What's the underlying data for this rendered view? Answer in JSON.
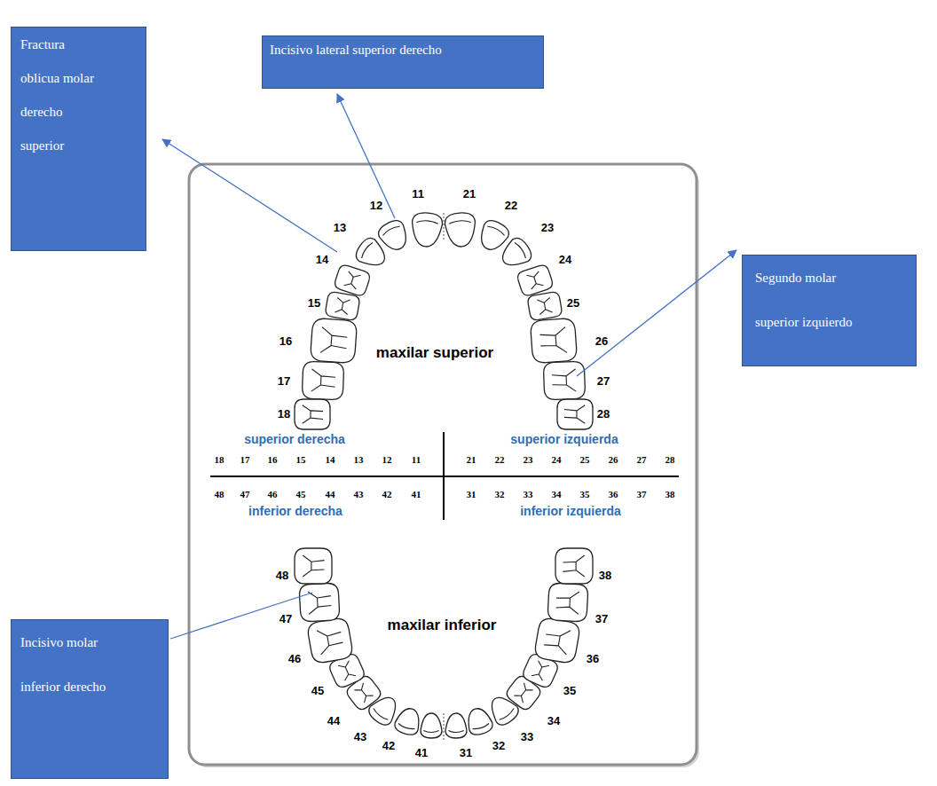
{
  "diagram": {
    "nodes": [
      {
        "text": [
          "Fractura oblicua molar derecho superior"
        ]
      },
      {
        "text": [
          "Incisivo lateral superior derecho"
        ]
      },
      {
        "text": [
          "Segundo molar superior izquierdo"
        ]
      },
      {
        "text": [
          "Incisivo molar inferior derecho"
        ]
      }
    ],
    "labels": [
      "18",
      "17",
      "16",
      "15",
      "14",
      "13",
      "12",
      "11",
      "21",
      "22",
      "23",
      "24",
      "25",
      "26",
      "27",
      "28",
      "maxilar superior",
      "superior derecha",
      "superior izquierda",
      "18",
      "17",
      "16",
      "15",
      "14",
      "13",
      "12",
      "11",
      "21",
      "22",
      "23",
      "24",
      "25",
      "26",
      "27",
      "28",
      "48",
      "47",
      "46",
      "45",
      "44",
      "43",
      "42",
      "41",
      "31",
      "32",
      "33",
      "34",
      "35",
      "36",
      "37",
      "38",
      "inferior derecha",
      "inferior izquierda",
      "maxilar inferior",
      "48",
      "47",
      "46",
      "45",
      "44",
      "43",
      "42",
      "41",
      "31",
      "32",
      "33",
      "34",
      "35",
      "36",
      "37",
      "38"
    ]
  }
}
